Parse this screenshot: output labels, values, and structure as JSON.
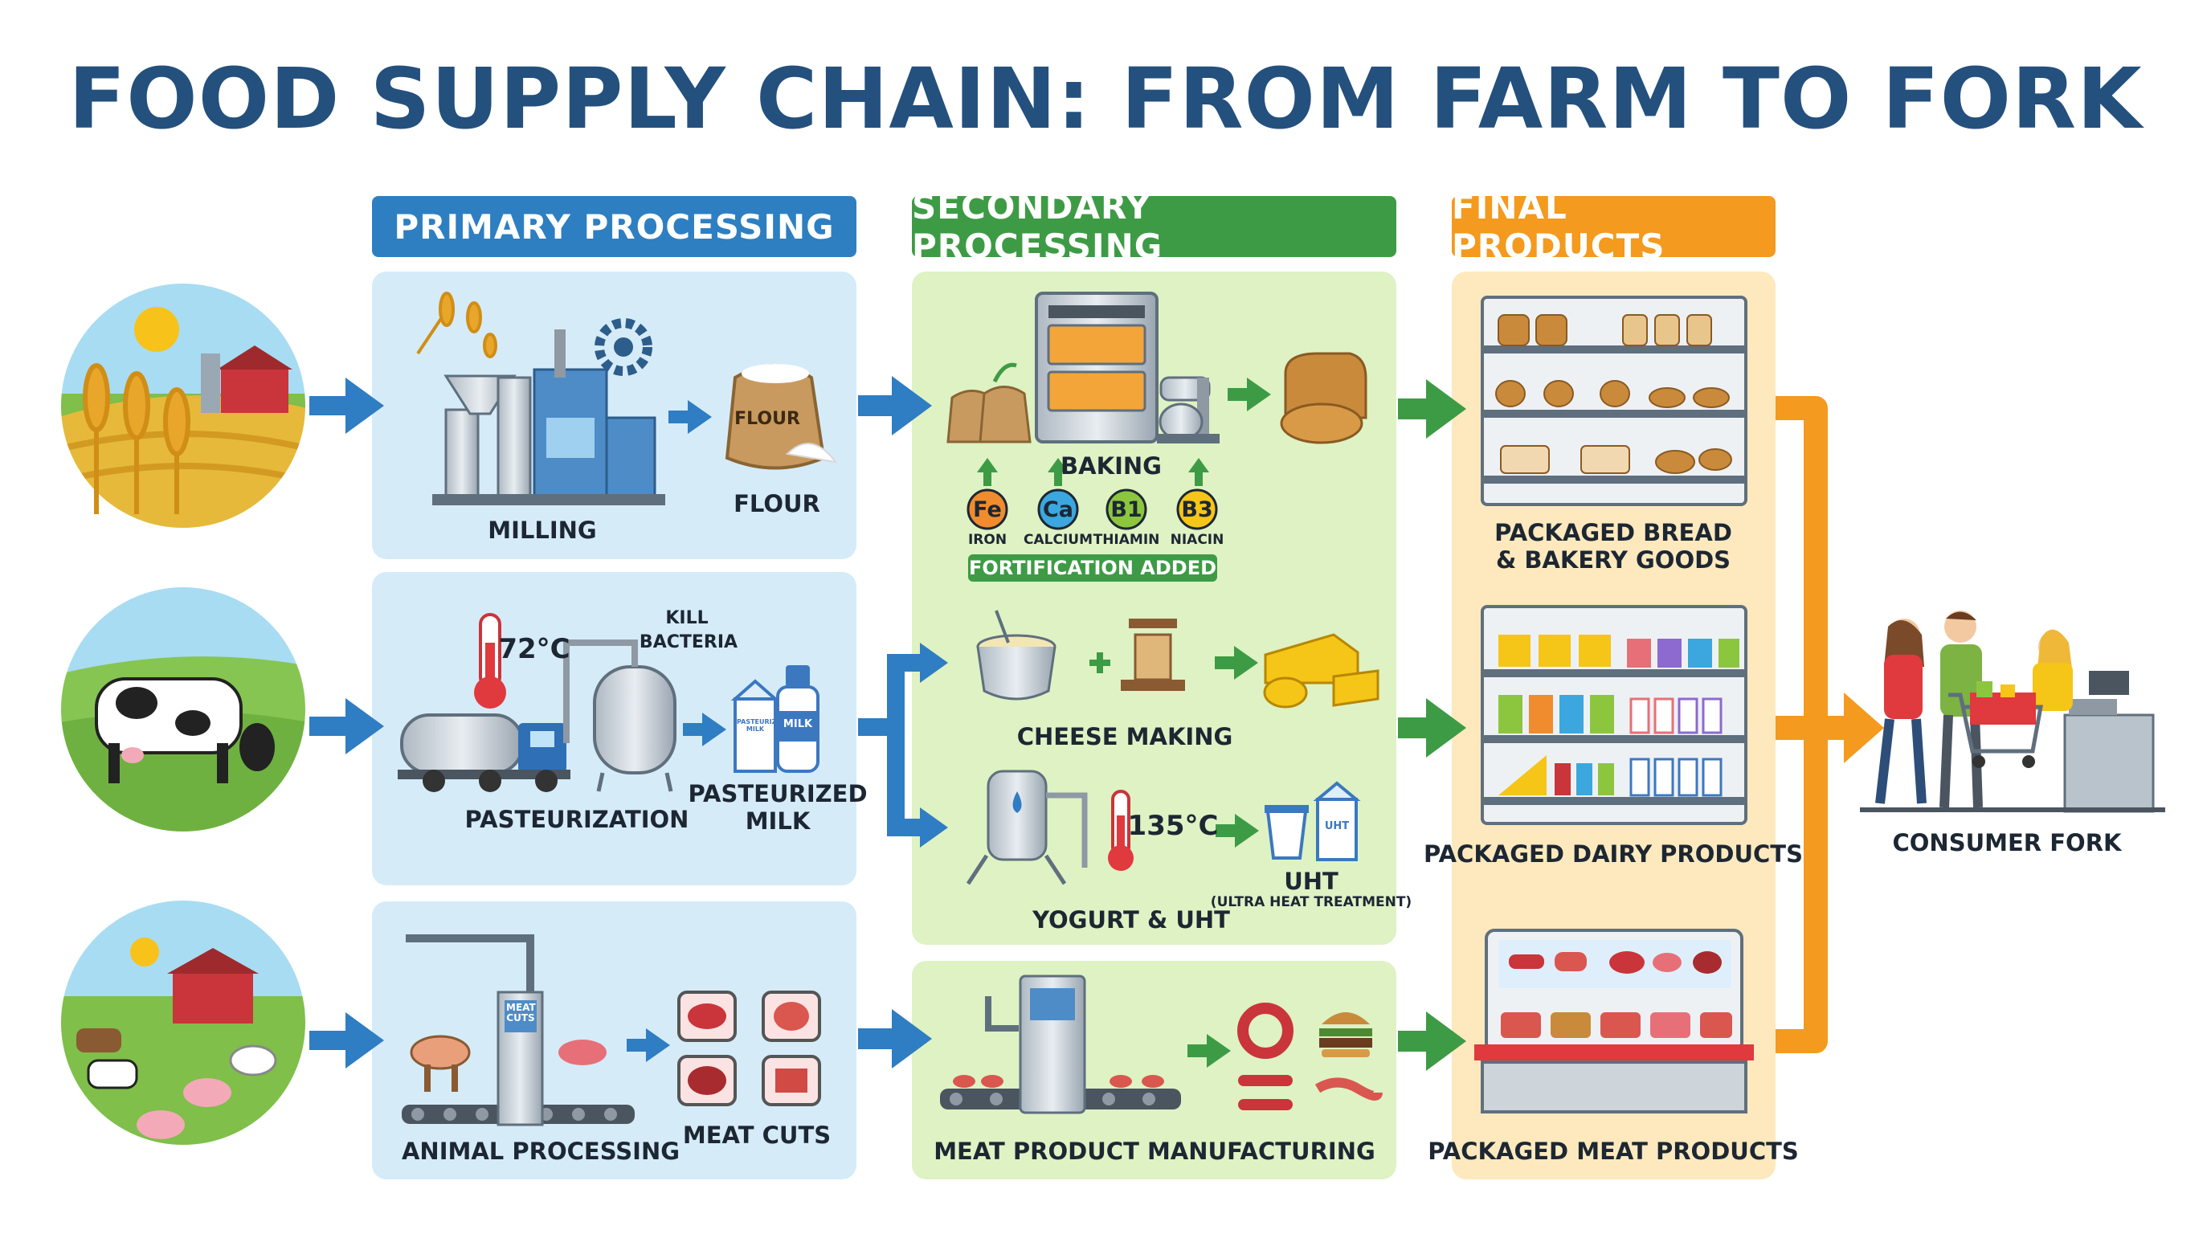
{
  "title": "FOOD SUPPLY CHAIN: FROM FARM TO FORK",
  "headers": {
    "primary": "PRIMARY PROCESSING",
    "secondary": "SECONDARY PROCESSING",
    "final": "FINAL PRODUCTS"
  },
  "primary": {
    "milling": "MILLING",
    "flour_sack": "FLOUR",
    "flour": "FLOUR",
    "temp": "72°C",
    "kill_1": "KILL",
    "kill_2": "BACTERIA",
    "pasteurization": "PASTEURIZATION",
    "milk_1": "PASTEURIZED",
    "milk_2": "MILK",
    "carton_text": "PASTEURIZED MILK",
    "bottle_text": "MILK",
    "machine_text": "MEAT CUTS",
    "animal_processing": "ANIMAL PROCESSING",
    "meat_cuts": "MEAT CUTS"
  },
  "secondary": {
    "baking": "BAKING",
    "nutrients": [
      {
        "symbol": "Fe",
        "name": "IRON",
        "color": "#f08c2d"
      },
      {
        "symbol": "Ca",
        "name": "CALCIUM",
        "color": "#3ba7de"
      },
      {
        "symbol": "B1",
        "name": "THIAMIN",
        "color": "#8cc63f"
      },
      {
        "symbol": "B3",
        "name": "NIACIN",
        "color": "#f5c518"
      }
    ],
    "fortification": "FORTIFICATION ADDED",
    "cheese_making": "CHEESE MAKING",
    "temp": "135°C",
    "uht": "UHT",
    "uht_full": "(ULTRA HEAT TREATMENT)",
    "uht_box": "UHT",
    "yogurt": "YOGURT & UHT",
    "meat_manufacturing": "MEAT PRODUCT MANUFACTURING"
  },
  "final": {
    "bread_1": "PACKAGED BREAD",
    "bread_2": "& BAKERY GOODS",
    "dairy": "PACKAGED DAIRY PRODUCTS",
    "meat": "PACKAGED MEAT PRODUCTS"
  },
  "consumer": "CONSUMER FORK",
  "colors": {
    "title": "#24507d",
    "primary": "#2e7fc1",
    "secondary": "#3e9b45",
    "final": "#f39a1f",
    "blue_arrow": "#2f7dc3",
    "green_arrow": "#3e9b45",
    "orange_arrow": "#f39a1f"
  }
}
